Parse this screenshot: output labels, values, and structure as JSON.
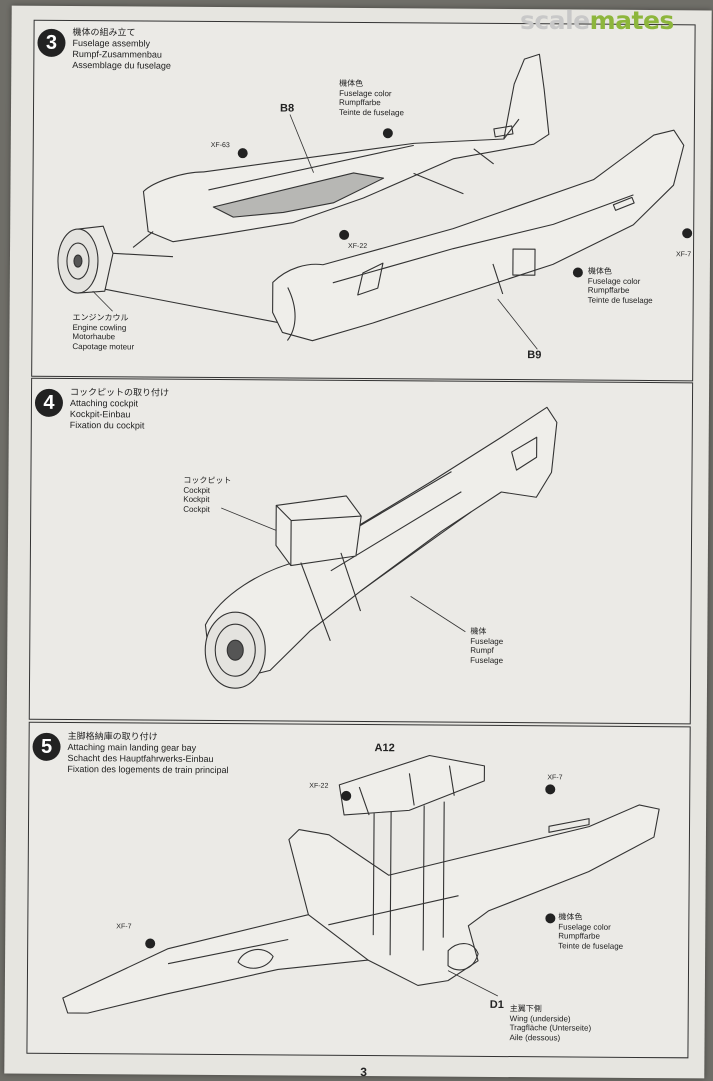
{
  "watermark": {
    "part1": "scale",
    "part2": "mates"
  },
  "page_number": "3",
  "steps": [
    {
      "number": "3",
      "title_ja": "機体の組み立て",
      "title_en": "Fuselage assembly",
      "title_de": "Rumpf-Zusammenbau",
      "title_fr": "Assemblage du fuselage",
      "callouts": {
        "b8": "B8",
        "b9": "B9",
        "xf63": "XF-63",
        "xf22": "XF-22",
        "xf7": "XF-7",
        "color_ja": "機体色",
        "color_en": "Fuselage color",
        "color_de": "Rumpffarbe",
        "color_fr": "Teinte de fuselage",
        "color2_ja": "機体色",
        "color2_en": "Fuselage color",
        "color2_de": "Rumpffarbe",
        "color2_fr": "Teinte de fuselage",
        "cowl_ja": "エンジンカウル",
        "cowl_en": "Engine cowling",
        "cowl_de": "Motorhaube",
        "cowl_fr": "Capotage moteur"
      }
    },
    {
      "number": "4",
      "title_ja": "コックピットの取り付け",
      "title_en": "Attaching cockpit",
      "title_de": "Kockpit-Einbau",
      "title_fr": "Fixation du cockpit",
      "callouts": {
        "cockpit_ja": "コックピット",
        "cockpit_en": "Cockpit",
        "cockpit_de": "Kockpit",
        "cockpit_fr": "Cockpit",
        "fus_ja": "機体",
        "fus_en": "Fuselage",
        "fus_de": "Rumpf",
        "fus_fr": "Fuselage"
      }
    },
    {
      "number": "5",
      "title_ja": "主脚格納庫の取り付け",
      "title_en": "Attaching main landing gear bay",
      "title_de": "Schacht des Hauptfahrwerks-Einbau",
      "title_fr": "Fixation des logements de train principal",
      "callouts": {
        "a12": "A12",
        "xf22": "XF-22",
        "xf7a": "XF-7",
        "xf7b": "XF-7",
        "color_ja": "機体色",
        "color_en": "Fuselage color",
        "color_de": "Rumpffarbe",
        "color_fr": "Teinte de fuselage",
        "d1": "D1",
        "d1_ja": "主翼下側",
        "d1_en": "Wing (underside)",
        "d1_de": "Tragfläche (Unterseite)",
        "d1_fr": "Aile (dessous)"
      }
    }
  ]
}
